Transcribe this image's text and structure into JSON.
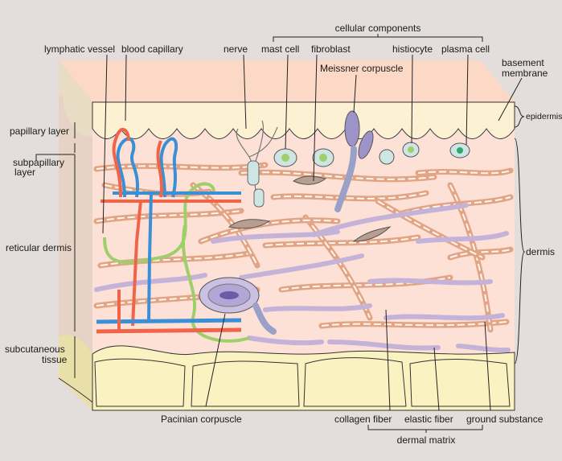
{
  "labels": {
    "cellular_components": "cellular components",
    "lymphatic_vessel": "lymphatic vessel",
    "blood_capillary": "blood capillary",
    "nerve": "nerve",
    "mast_cell": "mast cell",
    "fibroblast": "fibroblast",
    "histiocyte": "histiocyte",
    "plasma_cell": "plasma cell",
    "meissner_corpuscle": "Meissner corpuscle",
    "basement_membrane_1": "basement",
    "basement_membrane_2": "membrane",
    "epidermis": "epidermis",
    "dermis": "dermis",
    "papillary_layer": "papillary layer",
    "subpapillary_layer_1": "subpapillary",
    "subpapillary_layer_2": "layer",
    "reticular_dermis": "reticular dermis",
    "subcutaneous_tissue_1": "subcutaneous",
    "subcutaneous_tissue_2": "tissue",
    "pacinian_corpuscle": "Pacinian corpuscle",
    "collagen_fiber": "collagen fiber",
    "elastic_fiber": "elastic fiber",
    "ground_substance": "ground substance",
    "dermal_matrix": "dermal matrix"
  },
  "colors": {
    "background": "#e3dedb",
    "epidermis": "#fdf1d3",
    "dermis": "#fde1d6",
    "top_face": "#fcd8c6",
    "fat": "#fbf2c2",
    "artery": "#f0644a",
    "vein": "#3b8fd6",
    "lymph": "#9fcf6a",
    "elastic": "#c4b2d8",
    "collagen": "#e1a585"
  }
}
